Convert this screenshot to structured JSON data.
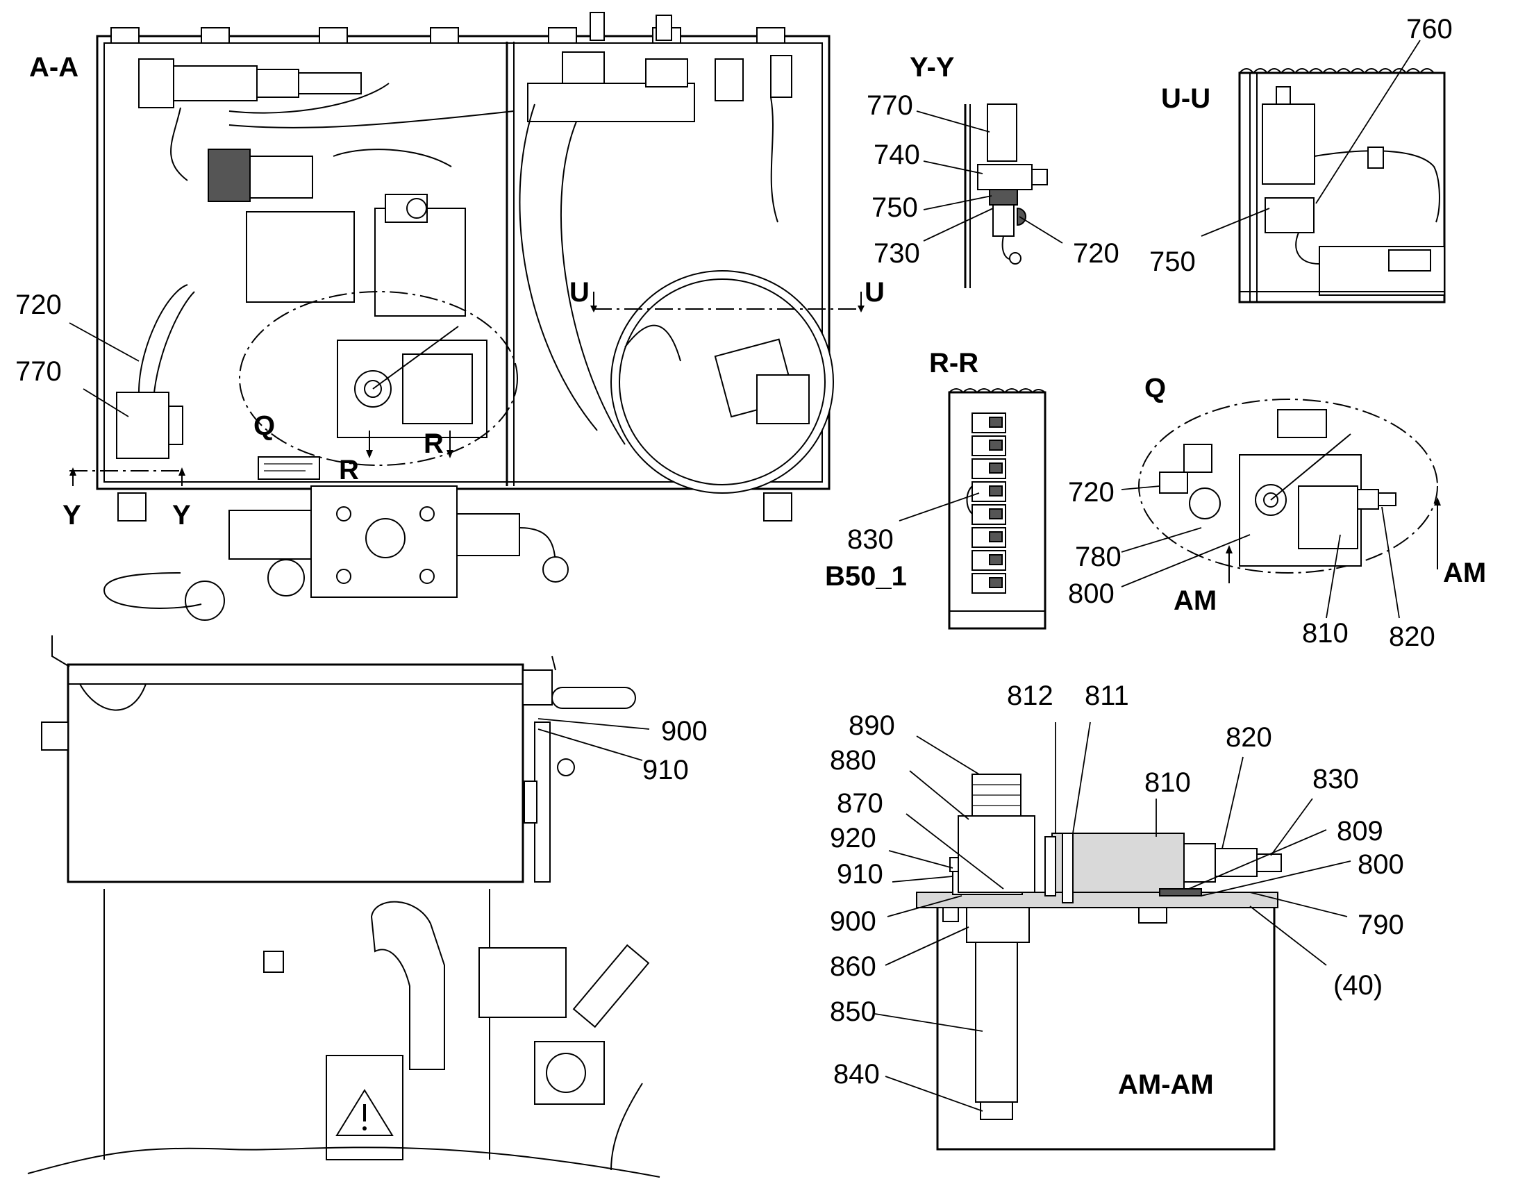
{
  "views": {
    "aa": "A-A",
    "yy": "Y-Y",
    "uu": "U-U",
    "rr": "R-R",
    "q": "Q",
    "amam": "AM-AM"
  },
  "markers": {
    "q_in_aa": "Q",
    "r1": "R",
    "r2": "R",
    "u1": "U",
    "u2": "U",
    "y1": "Y",
    "y2": "Y",
    "am1": "AM",
    "am2": "AM"
  },
  "rr_connector": "B50_1",
  "labels": {
    "aa_720": "720",
    "aa_770": "770",
    "yy_770": "770",
    "yy_740": "740",
    "yy_750": "750",
    "yy_730": "730",
    "yy_720": "720",
    "uu_760": "760",
    "uu_750": "750",
    "rr_830": "830",
    "q_720": "720",
    "q_780": "780",
    "q_800": "800",
    "q_810": "810",
    "q_820": "820",
    "side_900": "900",
    "side_910": "910",
    "am_890": "890",
    "am_880": "880",
    "am_870": "870",
    "am_920": "920",
    "am_910": "910",
    "am_900": "900",
    "am_860": "860",
    "am_850": "850",
    "am_840": "840",
    "am_812": "812",
    "am_811": "811",
    "am_810": "810",
    "am_820": "820",
    "am_830": "830",
    "am_809": "809",
    "am_800": "800",
    "am_790": "790",
    "am_40": "(40)"
  }
}
